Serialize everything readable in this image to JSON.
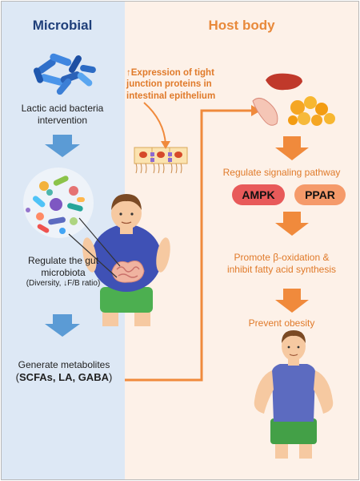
{
  "left_panel": {
    "title": "Microbial",
    "lab_label_line1": "Lactic acid bacteria",
    "lab_label_line2": "intervention",
    "gut_label_line1": "Regulate the gut",
    "gut_label_line2": "microbiota",
    "gut_label_line3": "(Diversity, ↓F/B ratio)",
    "metab_label_line1": "Generate metabolites",
    "metab_open": "(",
    "metab_items": "SCFAs, LA, GABA",
    "metab_close": ")"
  },
  "right_panel": {
    "title": "Host body",
    "tight_line1": "↑Expression of tight",
    "tight_line2": "junction proteins in",
    "tight_line3": "intestinal epithelium",
    "signal_label": "Regulate signaling pathway",
    "ampk": "AMPK",
    "ppar": "PPAR",
    "promote_line1": "Promote β-oxidation &",
    "promote_line2": "inhibit fatty acid synthesis",
    "prevent": "Prevent obesity"
  },
  "colors": {
    "left_bg": "#dde8f5",
    "right_bg": "#fdf1e8",
    "microbial_title": "#1f3f7a",
    "host_title": "#e8893a",
    "blue_arrow": "#5b9bd5",
    "orange_arrow": "#f08a3c",
    "ampk_badge": "#e85a5a",
    "ppar_badge": "#f59a6a"
  }
}
